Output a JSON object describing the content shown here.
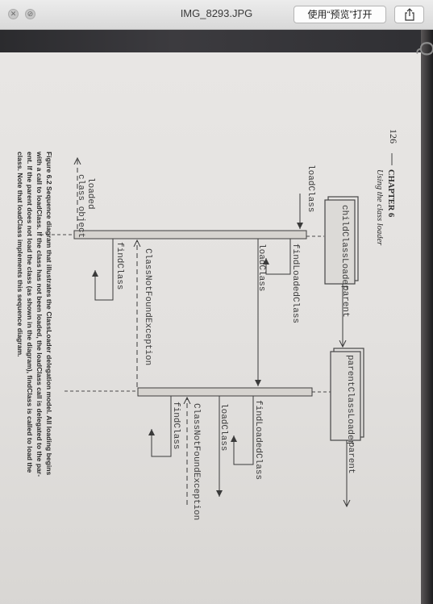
{
  "window": {
    "title": "IMG_8293.JPG",
    "open_with_preview": "使用“预览”打开",
    "close_glyph": "✕",
    "minimize_glyph": "⊘",
    "share_icon": "share-icon"
  },
  "page": {
    "page_number": "126",
    "chapter": "CHAPTER 6",
    "chapter_subtitle": "Using the class loader",
    "corner_letter": "Q"
  },
  "diagram": {
    "participants": {
      "child": "childClassLoader",
      "parent": "parentClassLoader"
    },
    "labels": {
      "load_class_incoming": "loadClass",
      "parent_ref_1": "parent",
      "parent_ref_2": "parent",
      "find_loaded_1": "findLoadedClass",
      "load_class_delegate": "loadClass",
      "cnfe_1": "ClassNotFoundException",
      "find_class_1": "findClass",
      "find_loaded_2": "findLoadedClass",
      "load_class_upward": "loadClass",
      "cnfe_2": "ClassNotFoundException",
      "find_class_2": "findClass",
      "loaded_line1": "loaded",
      "loaded_line2": "class object"
    }
  },
  "caption": {
    "line1": "Figure 6.2  Sequence diagram that illustrates the ClassLoader delegation model. All loading begins",
    "line2": "with a call to loadClass. If the class has not been loaded, the loadClass call is delegated to the par-",
    "line3": "ent. If the parent does not load the class (as shown in the diagram), findClass is called to load the",
    "line4": "class. Note that loadClass implements this sequence diagram."
  }
}
